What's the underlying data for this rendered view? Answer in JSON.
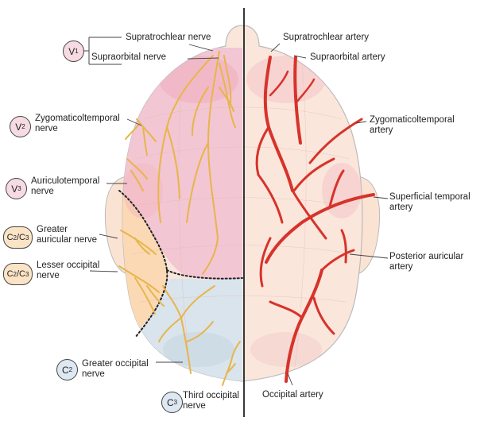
{
  "nerve_labels": {
    "supratrochlear_nerve": "Supratrochlear nerve",
    "supraorbital_nerve": "Supraorbital nerve",
    "zygomaticotemporal_nerve": [
      "Zygomaticoltemporal",
      "nerve"
    ],
    "auriculotemporal_nerve": [
      "Auriculotemporal",
      "nerve"
    ],
    "great_auricular_nerve": [
      "Greater",
      "auricular nerve"
    ],
    "lesser_occipital_nerve": [
      "Lesser occipital",
      "nerve"
    ],
    "greater_occipital_nerve": [
      "Greater occipital",
      "nerve"
    ],
    "third_occipital_nerve": [
      "Third occipital",
      "nerve"
    ]
  },
  "artery_labels": {
    "supratrochlear_artery": "Supratrochlear artery",
    "supraorbital_artery": "Supraorbital artery",
    "zygomaticotemporal_artery": [
      "Zygomaticoltemporal",
      "artery"
    ],
    "superficial_temporal_artery": [
      "Superficial temporal",
      "artery"
    ],
    "posterior_auricular_artery": [
      "Posterior auricular",
      "artery"
    ],
    "occipital_artery": "Occipital artery"
  },
  "badges": {
    "v1": {
      "letter": "V",
      "num": "1"
    },
    "v2": {
      "letter": "V",
      "num": "2"
    },
    "v3": {
      "letter": "V",
      "num": "3"
    },
    "c2c3_a": {
      "a": "C",
      "an": "2",
      "b": "C",
      "bn": "3"
    },
    "c2c3_b": {
      "a": "C",
      "an": "2",
      "b": "C",
      "bn": "3"
    },
    "c2": {
      "letter": "C",
      "num": "2"
    },
    "c3": {
      "letter": "C",
      "num": "3"
    }
  },
  "colors": {
    "nerve": "#e8b54a",
    "artery": "#d7332a",
    "trigeminal_region": "#f2c6d3",
    "cervical_plexus_region": "#fbd9b4",
    "dorsal_rami_region": "#d9e4ec",
    "skin": "#fbe6dc",
    "boundary": "#222222"
  }
}
